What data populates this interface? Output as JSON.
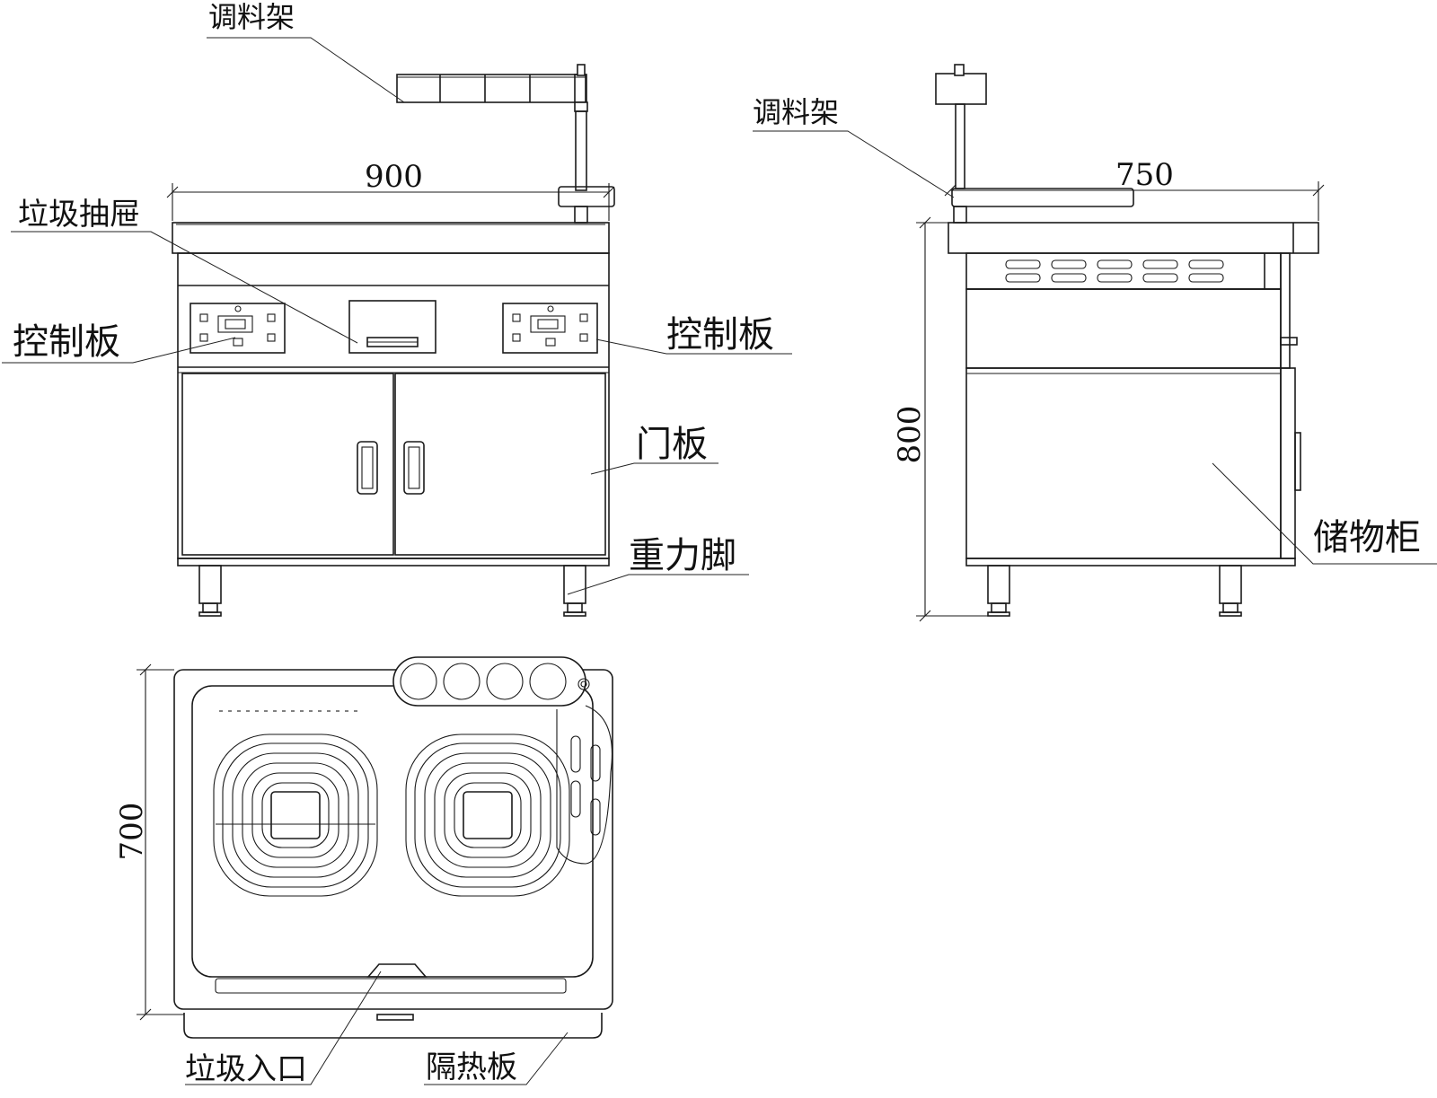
{
  "labels": {
    "seasoning_rack_front": "调料架",
    "seasoning_rack_side": "调料架",
    "trash_drawer": "垃圾抽屉",
    "control_panel_left": "控制板",
    "control_panel_right": "控制板",
    "door_panel": "门板",
    "gravity_foot": "重力脚",
    "storage_cabinet": "储物柜",
    "trash_inlet": "垃圾入口",
    "heat_shield": "隔热板"
  },
  "dimensions": {
    "front_width": "900",
    "side_depth": "750",
    "side_height": "800",
    "top_depth": "700"
  }
}
